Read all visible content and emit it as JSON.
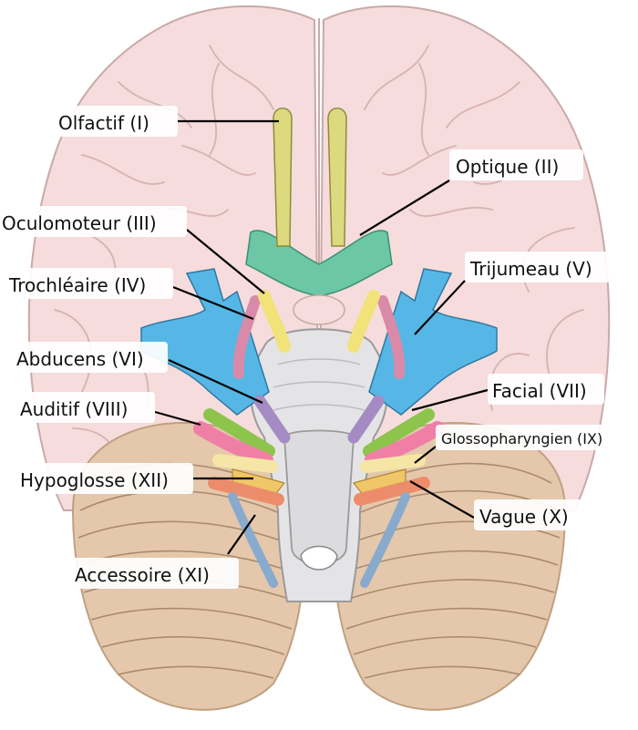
{
  "title": "",
  "labels": {
    "olfactif": "Olfactif (I)",
    "optique": "Optique (II)",
    "oculomoteur": "Oculomoteur (III)",
    "trochleaire": "Trochléaire (IV)",
    "trijumeau": "Trijumeau (V)",
    "abducens": "Abducens (VI)",
    "facial": "Facial (VII)",
    "auditif": "Auditif (VIII)",
    "glossopharyngien": "Glossopharyngien (IX)",
    "vague": "Vague (X)",
    "accessoire": "Accessoire (XI)",
    "hypoglosse": "Hypoglosse (XII)"
  },
  "colors": {
    "olfactory": "#dcd97f",
    "optic": "#6cc7a6",
    "oculomotor": "#f2e27a",
    "trochlear": "#d98aa8",
    "trigeminal": "#56b7e6",
    "abducens": "#a58bc4",
    "facial": "#8cc44c",
    "vestibulocochlear": "#f07fa6",
    "glossopharyngeal": "#f5e6a6",
    "vagus": "#ec8c6a",
    "accessory": "#88aacd",
    "hypoglossal": "#efc768"
  }
}
